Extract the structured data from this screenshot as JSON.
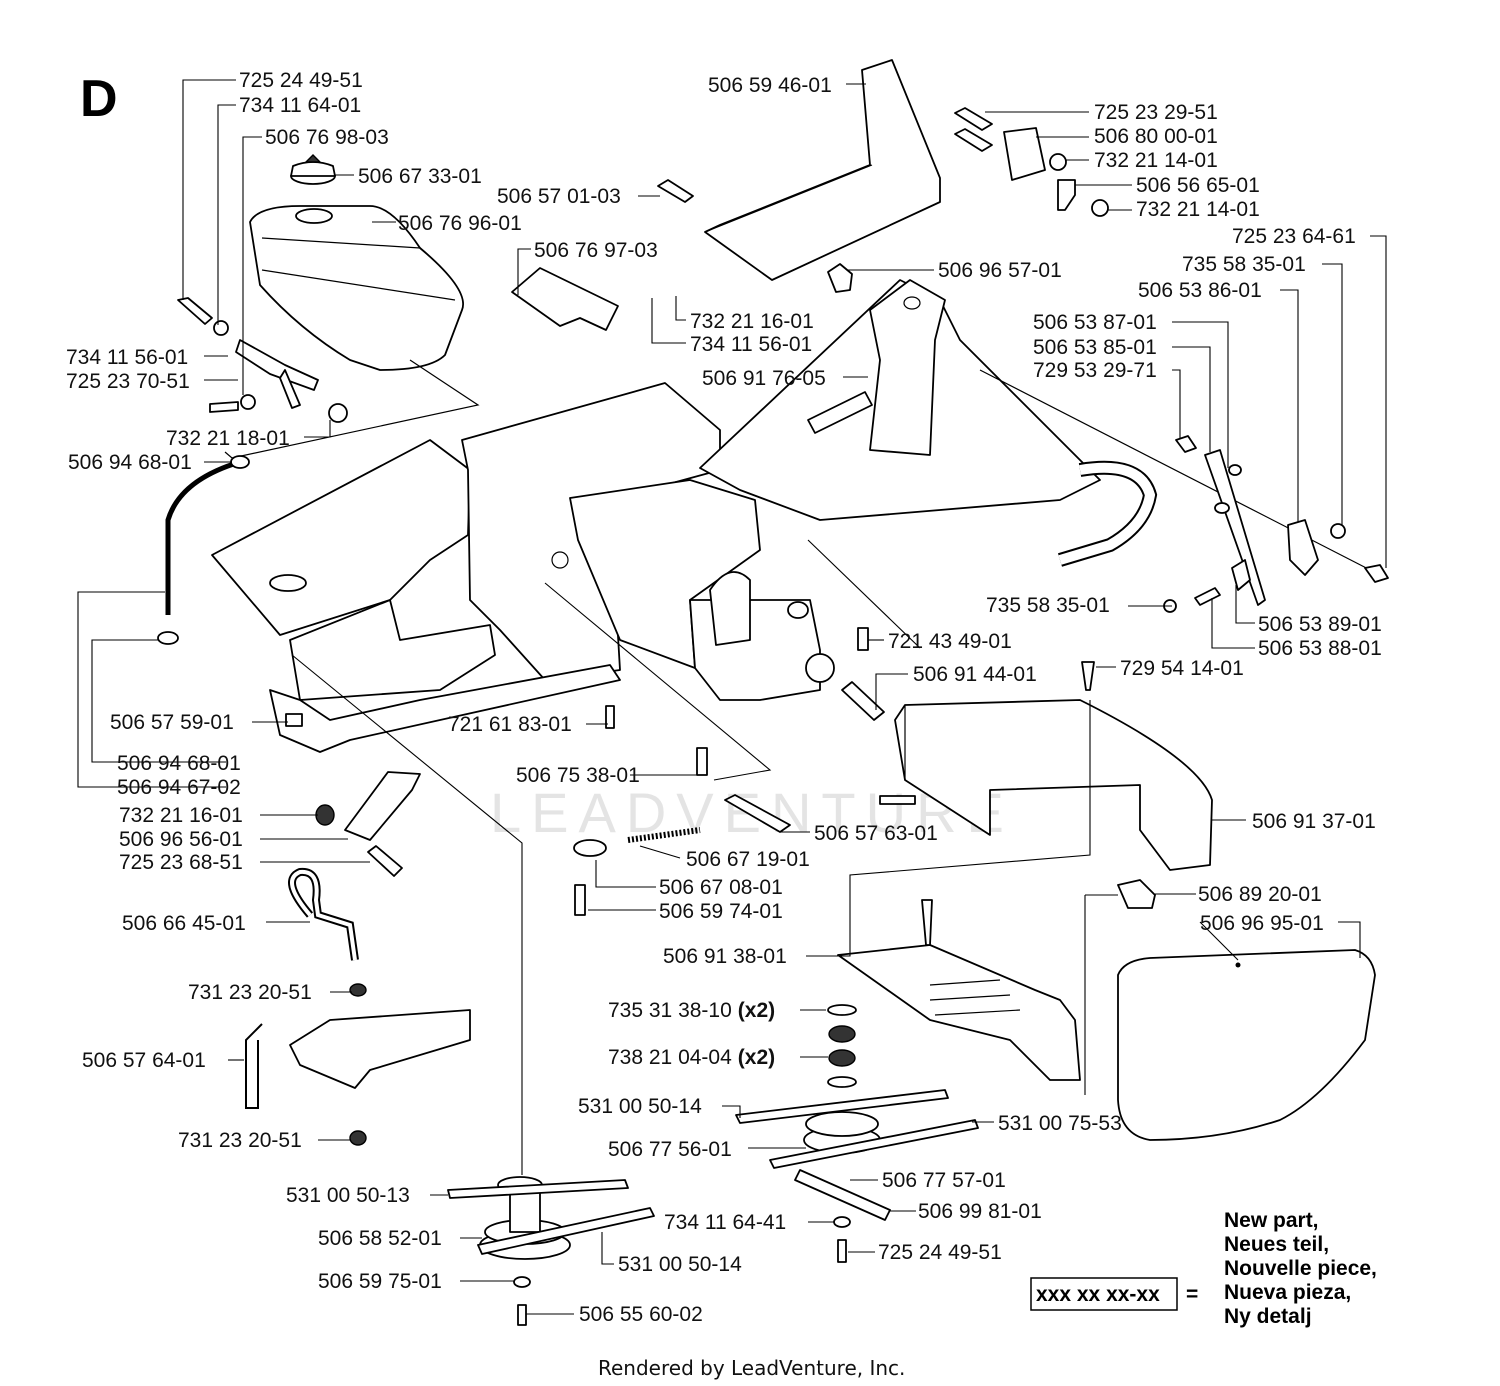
{
  "section_letter": "D",
  "footer": "Rendered by LeadVenture, Inc.",
  "watermark": "LEADVENTURE",
  "legend": {
    "sample": "xxx xx xx-xx",
    "equals": "=",
    "lines": [
      "New part,",
      "Neues teil,",
      "Nouvelle piece,",
      "Nueva pieza,",
      "Ny detalj"
    ]
  },
  "labels": [
    {
      "text": "725 24 49-51"
    },
    {
      "text": "734 11 64-01"
    },
    {
      "text": "506 76 98-03"
    },
    {
      "text": "506 67 33-01"
    },
    {
      "text": "506 76 96-01"
    },
    {
      "text": "506 76 97-03"
    },
    {
      "text": "732 21 16-01"
    },
    {
      "text": "734 11 56-01"
    },
    {
      "text": "734 11 56-01"
    },
    {
      "text": "725 23 70-51"
    },
    {
      "text": "732 21 18-01"
    },
    {
      "text": "506 94 68-01"
    },
    {
      "text": "506 59 46-01"
    },
    {
      "text": "506 57 01-03"
    },
    {
      "text": "725 23 29-51"
    },
    {
      "text": "506 80 00-01"
    },
    {
      "text": "732 21 14-01"
    },
    {
      "text": "506 56 65-01"
    },
    {
      "text": "732 21 14-01"
    },
    {
      "text": "725 23 64-61"
    },
    {
      "text": "735 58 35-01"
    },
    {
      "text": "506 53 86-01"
    },
    {
      "text": "506 96 57-01"
    },
    {
      "text": "506 53 87-01"
    },
    {
      "text": "506 53 85-01"
    },
    {
      "text": "729 53 29-71"
    },
    {
      "text": "506 91 76-05"
    },
    {
      "text": "735 58 35-01"
    },
    {
      "text": "506 53 89-01"
    },
    {
      "text": "506 53 88-01"
    },
    {
      "text": "721 43 49-01"
    },
    {
      "text": "506 91 44-01"
    },
    {
      "text": "729 54 14-01"
    },
    {
      "text": "506 57 59-01"
    },
    {
      "text": "721 61 83-01"
    },
    {
      "text": "506 94 68-01"
    },
    {
      "text": "506 94 67-02"
    },
    {
      "text": "506 75 38-01"
    },
    {
      "text": "732 21 16-01"
    },
    {
      "text": "506 96 56-01"
    },
    {
      "text": "725 23 68-51"
    },
    {
      "text": "506 57 63-01"
    },
    {
      "text": "506 91 37-01"
    },
    {
      "text": "506 67 19-01"
    },
    {
      "text": "506 67 08-01"
    },
    {
      "text": "506 59 74-01"
    },
    {
      "text": "506 89 20-01"
    },
    {
      "text": "506 96 95-01"
    },
    {
      "text": "506 66 45-01"
    },
    {
      "text": "506 91 38-01"
    },
    {
      "text": "731 23 20-51"
    },
    {
      "text": "735 31 38-10",
      "suffix": "(x2)"
    },
    {
      "text": "506 57 64-01"
    },
    {
      "text": "738 21 04-04",
      "suffix": "(x2)"
    },
    {
      "text": "531 00 50-14"
    },
    {
      "text": "531 00 75-53"
    },
    {
      "text": "731 23 20-51"
    },
    {
      "text": "506 77 56-01"
    },
    {
      "text": "506 77 57-01"
    },
    {
      "text": "531 00 50-13"
    },
    {
      "text": "506 99 81-01"
    },
    {
      "text": "734 11 64-41"
    },
    {
      "text": "506 58 52-01"
    },
    {
      "text": "531 00 50-14"
    },
    {
      "text": "725 24 49-51"
    },
    {
      "text": "506 59 75-01"
    },
    {
      "text": "506 55 60-02"
    }
  ]
}
